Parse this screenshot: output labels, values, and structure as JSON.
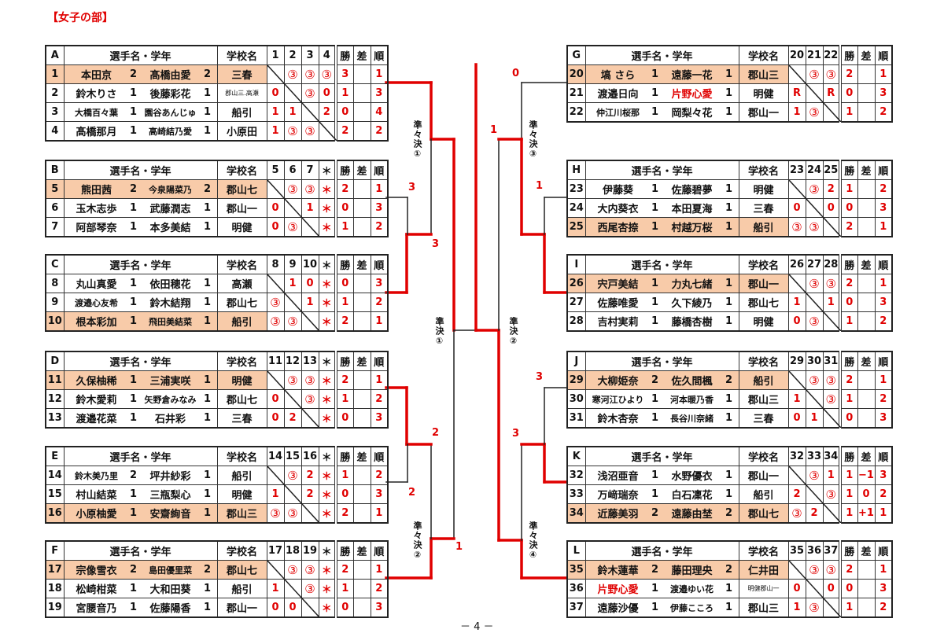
{
  "title": "【女子の部】",
  "footer": "－ 4 －",
  "header_labels": {
    "name": "選手名・学年",
    "school": "学校名",
    "wins": "勝",
    "diff": "差",
    "rank": "順"
  },
  "colors": {
    "accent": "#e00000",
    "highlight": "#f8cba9",
    "line": "#222222"
  },
  "groups": [
    {
      "label": "A",
      "cols": [
        "1",
        "2",
        "3",
        "4"
      ],
      "rows": [
        {
          "no": "1",
          "p1": "本田京",
          "g1": "2",
          "p2": "髙橋由愛",
          "g2": "2",
          "school": "三春",
          "results": [
            "",
            "③",
            "③",
            "③"
          ],
          "wins": "3",
          "diff": "",
          "rank": "1",
          "hl": true
        },
        {
          "no": "2",
          "p1": "鈴木りさ",
          "g1": "1",
          "p2": "後藤彩花",
          "g2": "1",
          "school": "郡山三.高瀬",
          "results": [
            "0",
            "",
            "③",
            "0"
          ],
          "wins": "1",
          "diff": "",
          "rank": "3"
        },
        {
          "no": "3",
          "p1": "大橋百々葉",
          "g1": "1",
          "p2": "園谷あんじゅ",
          "g2": "1",
          "school": "船引",
          "results": [
            "1",
            "1",
            "",
            "2"
          ],
          "wins": "0",
          "diff": "",
          "rank": "4"
        },
        {
          "no": "4",
          "p1": "髙橋那月",
          "g1": "1",
          "p2": "高崎結乃愛",
          "g2": "1",
          "school": "小原田",
          "results": [
            "1",
            "③",
            "③",
            ""
          ],
          "wins": "2",
          "diff": "",
          "rank": "2"
        }
      ]
    },
    {
      "label": "B",
      "cols": [
        "5",
        "6",
        "7",
        "＊"
      ],
      "rows": [
        {
          "no": "5",
          "p1": "熊田茜",
          "g1": "2",
          "p2": "今泉陽菜乃",
          "g2": "2",
          "school": "郡山七",
          "results": [
            "",
            "③",
            "③",
            "＊"
          ],
          "wins": "2",
          "diff": "",
          "rank": "1",
          "hl": true
        },
        {
          "no": "6",
          "p1": "玉木志歩",
          "g1": "1",
          "p2": "武藤潤志",
          "g2": "1",
          "school": "郡山一",
          "results": [
            "0",
            "",
            "1",
            "＊"
          ],
          "wins": "0",
          "diff": "",
          "rank": "3"
        },
        {
          "no": "7",
          "p1": "阿部琴奈",
          "g1": "1",
          "p2": "本多美結",
          "g2": "1",
          "school": "明健",
          "results": [
            "0",
            "③",
            "",
            "＊"
          ],
          "wins": "1",
          "diff": "",
          "rank": "2"
        }
      ]
    },
    {
      "label": "C",
      "cols": [
        "8",
        "9",
        "10",
        "＊"
      ],
      "rows": [
        {
          "no": "8",
          "p1": "丸山真愛",
          "g1": "1",
          "p2": "依田穂花",
          "g2": "1",
          "school": "高瀬",
          "results": [
            "",
            "1",
            "0",
            "＊"
          ],
          "wins": "0",
          "diff": "",
          "rank": "3"
        },
        {
          "no": "9",
          "p1": "渡邉心友希",
          "g1": "1",
          "p2": "鈴木結翔",
          "g2": "1",
          "school": "郡山七",
          "results": [
            "③",
            "",
            "1",
            "＊"
          ],
          "wins": "1",
          "diff": "",
          "rank": "2"
        },
        {
          "no": "10",
          "p1": "根本彩加",
          "g1": "1",
          "p2": "飛田美結菜",
          "g2": "1",
          "school": "船引",
          "results": [
            "③",
            "③",
            "",
            "＊"
          ],
          "wins": "2",
          "diff": "",
          "rank": "1",
          "hl": true
        }
      ]
    },
    {
      "label": "D",
      "cols": [
        "11",
        "12",
        "13",
        "＊"
      ],
      "rows": [
        {
          "no": "11",
          "p1": "久保柚稀",
          "g1": "1",
          "p2": "三浦実咲",
          "g2": "1",
          "school": "明健",
          "results": [
            "",
            "③",
            "③",
            "＊"
          ],
          "wins": "2",
          "diff": "",
          "rank": "1",
          "hl": true
        },
        {
          "no": "12",
          "p1": "鈴木愛莉",
          "g1": "1",
          "p2": "矢野倉みなみ",
          "g2": "1",
          "school": "郡山七",
          "results": [
            "0",
            "",
            "③",
            "＊"
          ],
          "wins": "1",
          "diff": "",
          "rank": "2"
        },
        {
          "no": "13",
          "p1": "渡邉花菜",
          "g1": "1",
          "p2": "石井彩",
          "g2": "1",
          "school": "三春",
          "results": [
            "0",
            "2",
            "",
            "＊"
          ],
          "wins": "0",
          "diff": "",
          "rank": "3"
        }
      ]
    },
    {
      "label": "E",
      "cols": [
        "14",
        "15",
        "16",
        "＊"
      ],
      "rows": [
        {
          "no": "14",
          "p1": "鈴木美乃里",
          "g1": "2",
          "p2": "坪井紗彩",
          "g2": "1",
          "school": "船引",
          "results": [
            "",
            "③",
            "2",
            "＊"
          ],
          "wins": "1",
          "diff": "",
          "rank": "2"
        },
        {
          "no": "15",
          "p1": "村山結菜",
          "g1": "1",
          "p2": "三瓶梨心",
          "g2": "1",
          "school": "明健",
          "results": [
            "1",
            "",
            "2",
            "＊"
          ],
          "wins": "0",
          "diff": "",
          "rank": "3"
        },
        {
          "no": "16",
          "p1": "小原柚愛",
          "g1": "1",
          "p2": "安齋絢音",
          "g2": "1",
          "school": "郡山三",
          "results": [
            "③",
            "③",
            "",
            "＊"
          ],
          "wins": "2",
          "diff": "",
          "rank": "1",
          "hl": true
        }
      ]
    },
    {
      "label": "F",
      "cols": [
        "17",
        "18",
        "19",
        "＊"
      ],
      "rows": [
        {
          "no": "17",
          "p1": "宗像雪衣",
          "g1": "2",
          "p2": "島田優里菜",
          "g2": "2",
          "school": "郡山七",
          "results": [
            "",
            "③",
            "③",
            "＊"
          ],
          "wins": "2",
          "diff": "",
          "rank": "1",
          "hl": true
        },
        {
          "no": "18",
          "p1": "松崎柑菜",
          "g1": "1",
          "p2": "大和田葵",
          "g2": "1",
          "school": "船引",
          "results": [
            "1",
            "",
            "③",
            "＊"
          ],
          "wins": "1",
          "diff": "",
          "rank": "2"
        },
        {
          "no": "19",
          "p1": "宮腰音乃",
          "g1": "1",
          "p2": "佐藤陽香",
          "g2": "1",
          "school": "郡山一",
          "results": [
            "0",
            "0",
            "",
            "＊"
          ],
          "wins": "0",
          "diff": "",
          "rank": "3"
        }
      ]
    },
    {
      "label": "G",
      "cols": [
        "20",
        "21",
        "22"
      ],
      "rows": [
        {
          "no": "20",
          "p1": "塙 さら",
          "g1": "1",
          "p2": "遠藤一花",
          "g2": "1",
          "school": "郡山三",
          "results": [
            "",
            "③",
            "③"
          ],
          "wins": "2",
          "diff": "",
          "rank": "1",
          "hl": true
        },
        {
          "no": "21",
          "p1": "渡邉日向",
          "g1": "1",
          "p2": "片野心愛",
          "g2": "1",
          "p2_red": true,
          "school": "明健",
          "results": [
            "R",
            "",
            "R"
          ],
          "wins": "0",
          "diff": "",
          "rank": "3"
        },
        {
          "no": "22",
          "p1": "仲江川桜那",
          "g1": "1",
          "p2": "岡梨々花",
          "g2": "1",
          "school": "郡山一",
          "results": [
            "1",
            "③",
            ""
          ],
          "wins": "1",
          "diff": "",
          "rank": "2"
        }
      ]
    },
    {
      "label": "H",
      "cols": [
        "23",
        "24",
        "25"
      ],
      "rows": [
        {
          "no": "23",
          "p1": "伊藤葵",
          "g1": "1",
          "p2": "佐藤碧夢",
          "g2": "1",
          "school": "明健",
          "results": [
            "",
            "③",
            "2"
          ],
          "wins": "1",
          "diff": "",
          "rank": "2"
        },
        {
          "no": "24",
          "p1": "大内葵衣",
          "g1": "1",
          "p2": "本田夏海",
          "g2": "1",
          "school": "三春",
          "results": [
            "0",
            "",
            "0"
          ],
          "wins": "0",
          "diff": "",
          "rank": "3"
        },
        {
          "no": "25",
          "p1": "西尾杏捺",
          "g1": "1",
          "p2": "村越万桜",
          "g2": "1",
          "school": "船引",
          "results": [
            "③",
            "③",
            ""
          ],
          "wins": "2",
          "diff": "",
          "rank": "1",
          "hl": true
        }
      ]
    },
    {
      "label": "I",
      "cols": [
        "26",
        "27",
        "28"
      ],
      "rows": [
        {
          "no": "26",
          "p1": "宍戸美結",
          "g1": "1",
          "p2": "力丸七緒",
          "g2": "1",
          "school": "郡山一",
          "results": [
            "",
            "③",
            "③"
          ],
          "wins": "2",
          "diff": "",
          "rank": "1",
          "hl": true
        },
        {
          "no": "27",
          "p1": "佐藤唯愛",
          "g1": "1",
          "p2": "久下綾乃",
          "g2": "1",
          "school": "郡山七",
          "results": [
            "1",
            "",
            "1"
          ],
          "wins": "0",
          "diff": "",
          "rank": "3"
        },
        {
          "no": "28",
          "p1": "吉村実莉",
          "g1": "1",
          "p2": "藤橋杏樹",
          "g2": "1",
          "school": "明健",
          "results": [
            "0",
            "③",
            ""
          ],
          "wins": "1",
          "diff": "",
          "rank": "2"
        }
      ]
    },
    {
      "label": "J",
      "cols": [
        "29",
        "30",
        "31"
      ],
      "rows": [
        {
          "no": "29",
          "p1": "大柳姫奈",
          "g1": "2",
          "p2": "佐久間楓",
          "g2": "2",
          "school": "船引",
          "results": [
            "",
            "③",
            "③"
          ],
          "wins": "2",
          "diff": "",
          "rank": "1",
          "hl": true
        },
        {
          "no": "30",
          "p1": "寒河江ひより",
          "g1": "1",
          "p2": "河本暖乃香",
          "g2": "1",
          "school": "郡山三",
          "results": [
            "1",
            "",
            "③"
          ],
          "wins": "1",
          "diff": "",
          "rank": "2"
        },
        {
          "no": "31",
          "p1": "鈴木杏奈",
          "g1": "1",
          "p2": "長谷川奈緒",
          "g2": "1",
          "school": "三春",
          "results": [
            "0",
            "1",
            ""
          ],
          "wins": "0",
          "diff": "",
          "rank": "3"
        }
      ]
    },
    {
      "label": "K",
      "cols": [
        "32",
        "33",
        "34"
      ],
      "rows": [
        {
          "no": "32",
          "p1": "浅沼亜音",
          "g1": "1",
          "p2": "水野優衣",
          "g2": "1",
          "school": "郡山一",
          "results": [
            "",
            "③",
            "1"
          ],
          "wins": "1",
          "diff": "−1",
          "rank": "3"
        },
        {
          "no": "33",
          "p1": "万﨑瑞奈",
          "g1": "1",
          "p2": "白石凜花",
          "g2": "1",
          "school": "船引",
          "results": [
            "2",
            "",
            "③"
          ],
          "wins": "1",
          "diff": "0",
          "rank": "2"
        },
        {
          "no": "34",
          "p1": "近藤美羽",
          "g1": "2",
          "p2": "遠藤由埜",
          "g2": "2",
          "school": "郡山七",
          "results": [
            "③",
            "2",
            ""
          ],
          "wins": "1",
          "diff": "+1",
          "rank": "1",
          "hl": true
        }
      ]
    },
    {
      "label": "L",
      "cols": [
        "35",
        "36",
        "37"
      ],
      "rows": [
        {
          "no": "35",
          "p1": "鈴木蓮華",
          "g1": "2",
          "p2": "藤田理央",
          "g2": "2",
          "school": "仁井田",
          "results": [
            "",
            "③",
            "③"
          ],
          "wins": "2",
          "diff": "",
          "rank": "1",
          "hl": true
        },
        {
          "no": "36",
          "p1": "片野心愛",
          "p1_red": true,
          "g1": "1",
          "p2": "渡邉ゆい花",
          "g2": "1",
          "school": "明健郡山一",
          "results": [
            "0",
            "",
            "0"
          ],
          "wins": "0",
          "diff": "",
          "rank": "3"
        },
        {
          "no": "37",
          "p1": "遠藤沙優",
          "g1": "1",
          "p2": "伊藤こころ",
          "g2": "1",
          "school": "郡山三",
          "results": [
            "1",
            "③",
            ""
          ],
          "wins": "1",
          "diff": "",
          "rank": "2"
        }
      ]
    }
  ],
  "bracket": {
    "labels": {
      "qf1": "準々決①",
      "qf2": "準々決②",
      "qf3": "準々決③",
      "qf4": "準々決④",
      "sf1": "準決①",
      "sf2": "準決②"
    },
    "scores": {
      "qf1_top": "3",
      "qf1_bottom": "3",
      "qf2_top": "2",
      "qf2_bottom": "2",
      "sf1_bottom": "1",
      "qf3_top": "0",
      "sf2_top": "1",
      "qf3_bottom": "1",
      "qf4_top": "3",
      "qf4_bottom": "3"
    }
  }
}
